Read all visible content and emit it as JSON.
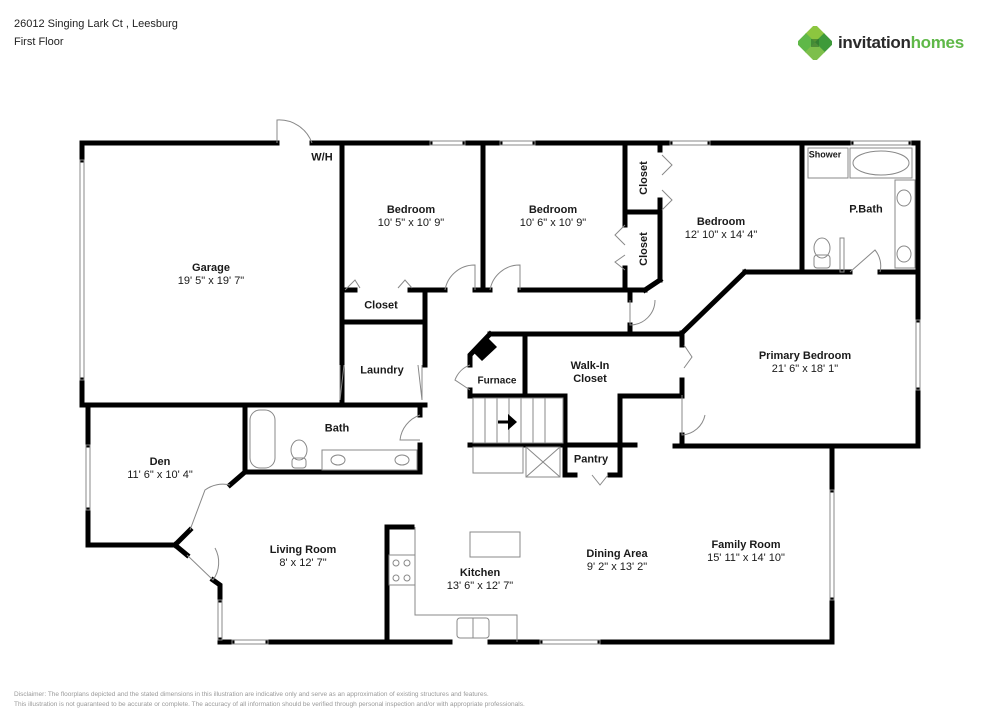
{
  "header": {
    "address": "26012 Singing Lark Ct , Leesburg",
    "floor": "First Floor"
  },
  "logo": {
    "word1": "invitation",
    "word2": "homes",
    "colors": {
      "dark": "#2a2a2a",
      "green": "#5fb848"
    }
  },
  "rooms": {
    "garage": {
      "name": "Garage",
      "dims": "19' 5\" x 19' 7\""
    },
    "wh": {
      "name": "W/H"
    },
    "bedroom1": {
      "name": "Bedroom",
      "dims": "10' 5\" x 10' 9\""
    },
    "bedroom2": {
      "name": "Bedroom",
      "dims": "10' 6\" x 10' 9\""
    },
    "bedroom3": {
      "name": "Bedroom",
      "dims": "12' 10\" x 14' 4\""
    },
    "closet1": {
      "name": "Closet"
    },
    "closet2": {
      "name": "Closet"
    },
    "closet3": {
      "name": "Closet"
    },
    "shower": {
      "name": "Shower"
    },
    "pbath": {
      "name": "P.Bath"
    },
    "laundry": {
      "name": "Laundry"
    },
    "furnace": {
      "name": "Furnace"
    },
    "walkin": {
      "name": "Walk-In\nCloset",
      "line1": "Walk-In",
      "line2": "Closet"
    },
    "primary": {
      "name": "Primary Bedroom",
      "dims": "21' 6\" x 18' 1\""
    },
    "bath": {
      "name": "Bath"
    },
    "den": {
      "name": "Den",
      "dims": "11' 6\" x 10' 4\""
    },
    "pantry": {
      "name": "Pantry"
    },
    "living": {
      "name": "Living Room",
      "dims": "8' x 12' 7\""
    },
    "kitchen": {
      "name": "Kitchen",
      "dims": "13' 6\" x 12' 7\""
    },
    "dining": {
      "name": "Dining Area",
      "dims": "9' 2\" x 13' 2\""
    },
    "family": {
      "name": "Family Room",
      "dims": "15' 11\" x 14' 10\""
    }
  },
  "disclaimer": {
    "line1": "Disclaimer: The floorplans depicted and the stated dimensions in this illustration are indicative only and serve as an approximation of existing structures and features.",
    "line2": "This illustration is not guaranteed to be accurate or complete. The accuracy of all information should be verified through personal inspection and/or with appropriate professionals."
  }
}
